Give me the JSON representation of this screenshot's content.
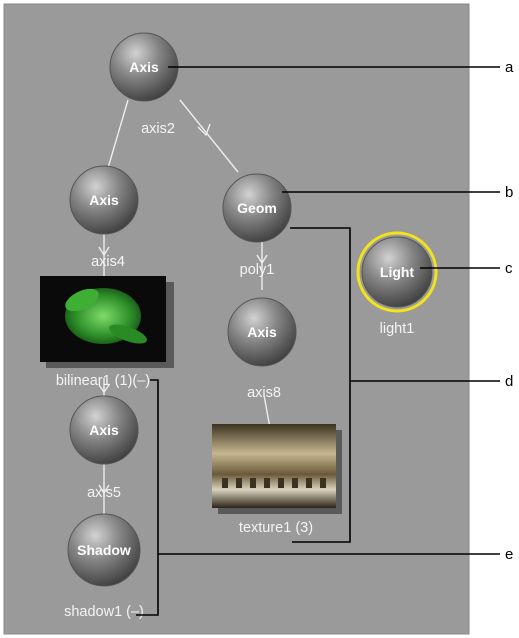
{
  "colors": {
    "panel": "#9a9a9a",
    "panel_border": "#8a8a8a",
    "sphere_light": "#c6c6c6",
    "sphere_mid": "#7d7d7d",
    "sphere_dark": "#3f3f3f",
    "edge": "#eeeeee",
    "caption": "#f4f4f4",
    "highlight_ring": "#f2e31a",
    "callout_line": "#000000"
  },
  "nodes": {
    "axis2": {
      "label": "Axis",
      "name": "axis2"
    },
    "axis4": {
      "label": "Axis",
      "name": "axis4"
    },
    "geom": {
      "label": "Geom",
      "name": "poly1"
    },
    "light": {
      "label": "Light",
      "name": "light1"
    },
    "axis8": {
      "label": "Axis",
      "name": "axis8"
    },
    "axis5": {
      "label": "Axis",
      "name": "axis5"
    },
    "shadow": {
      "label": "Shadow",
      "name": "shadow1 (–)"
    }
  },
  "images": {
    "bilinear": {
      "name": "bilinear1 (1)(–)",
      "icon": "green-figure-thumbnail"
    },
    "texture": {
      "name": "texture1 (3)",
      "icon": "architecture-texture-thumbnail"
    }
  },
  "callouts": [
    "a",
    "b",
    "c",
    "d",
    "e"
  ]
}
